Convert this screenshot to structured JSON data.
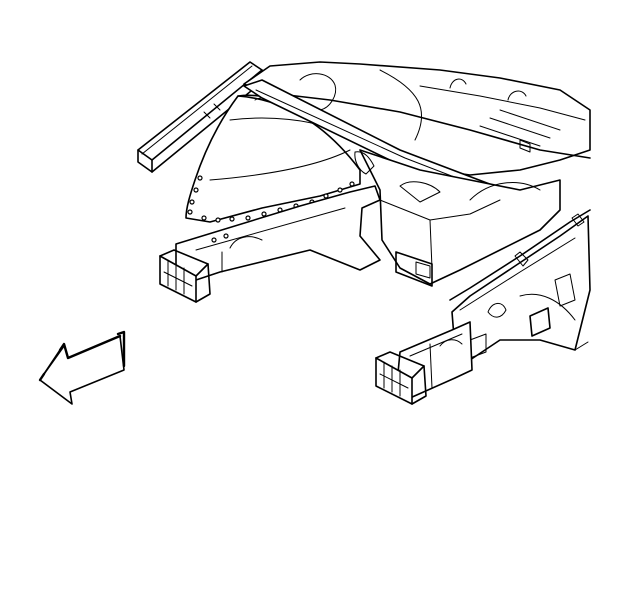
{
  "figure": {
    "description_visible_text": "",
    "colors": {
      "line": "#000000",
      "background": "#ffffff",
      "arrow_fill": "#ffffff"
    },
    "parts": [
      "upper-rail-left",
      "wheelhouse-panel-left",
      "cowl-panel",
      "dash-crossmember",
      "front-rail-left",
      "front-rail-right",
      "rail-stub-left",
      "rail-stub-right",
      "wheelhouse-panel-right",
      "direction-arrow"
    ]
  }
}
